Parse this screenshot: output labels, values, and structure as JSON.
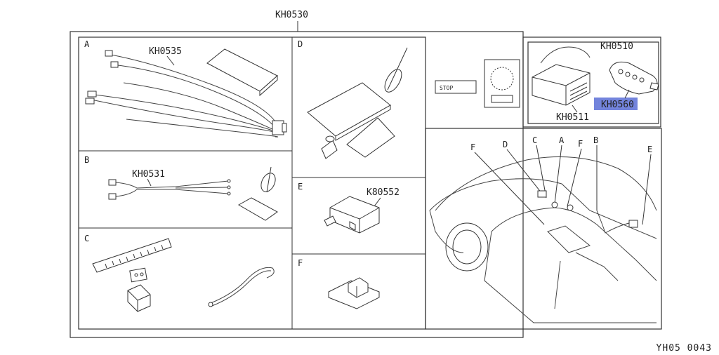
{
  "callouts": {
    "kit": "KH0530",
    "harness_a": "KH0535",
    "harness_b": "KH0531",
    "module_e": "K80552",
    "remote_kit": "KH0510",
    "control_unit": "KH0511",
    "transmitter": "KH0560"
  },
  "sections": {
    "a": "A",
    "b": "B",
    "c": "C",
    "d": "D",
    "e": "E",
    "f": "F"
  },
  "vehicle_labels": [
    "F",
    "D",
    "C",
    "A",
    "F",
    "B",
    "E"
  ],
  "card_text": "STOP",
  "footer_code": "YH05 0043",
  "highlight_color": "#5b6fd6"
}
